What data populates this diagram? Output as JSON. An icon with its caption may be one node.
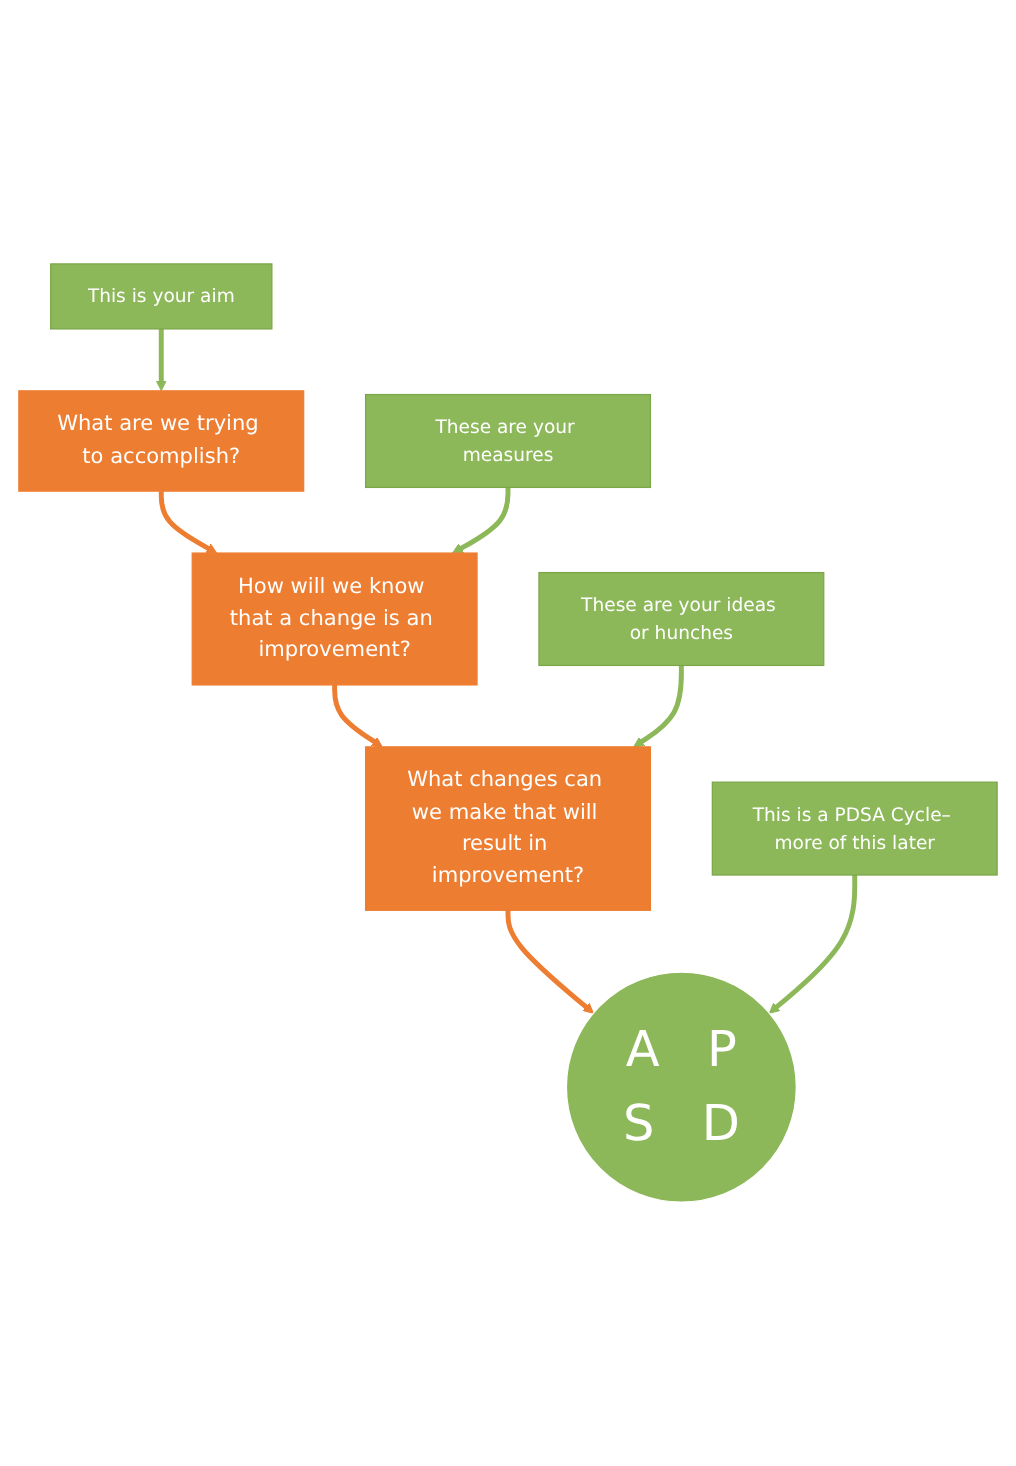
{
  "diagram": {
    "nodes": [
      {
        "text": [
          "What are we trying to accomplish?"
        ]
      },
      {
        "text": [
          "This is your aim"
        ]
      },
      {
        "text": [
          "How will we know that a change is an improvement?"
        ]
      },
      {
        "text": [
          "These are your measures"
        ]
      },
      {
        "text": [
          "What changes can we make that will result in improvement?"
        ]
      },
      {
        "text": [
          "These are your ideas or hunches"
        ]
      },
      {
        "text": [
          "A",
          "P",
          "S",
          "D"
        ]
      },
      {
        "text": [
          "This is a PDSA Cycle– more of this later"
        ]
      }
    ],
    "edges": [
      {
        "from": 1,
        "to": 0,
        "arrow": "to"
      },
      {
        "from": 0,
        "to": 2,
        "arrow": "to",
        "color": "#ed7d31"
      },
      {
        "from": 3,
        "to": 2,
        "arrow": "to"
      },
      {
        "from": 2,
        "to": 4,
        "arrow": "to",
        "color": "#ed7d31"
      },
      {
        "from": 5,
        "to": 4,
        "arrow": "to"
      },
      {
        "from": 4,
        "to": 6,
        "arrow": "to",
        "color": "#ed7d31"
      },
      {
        "from": 7,
        "to": 6,
        "arrow": "to"
      }
    ]
  }
}
